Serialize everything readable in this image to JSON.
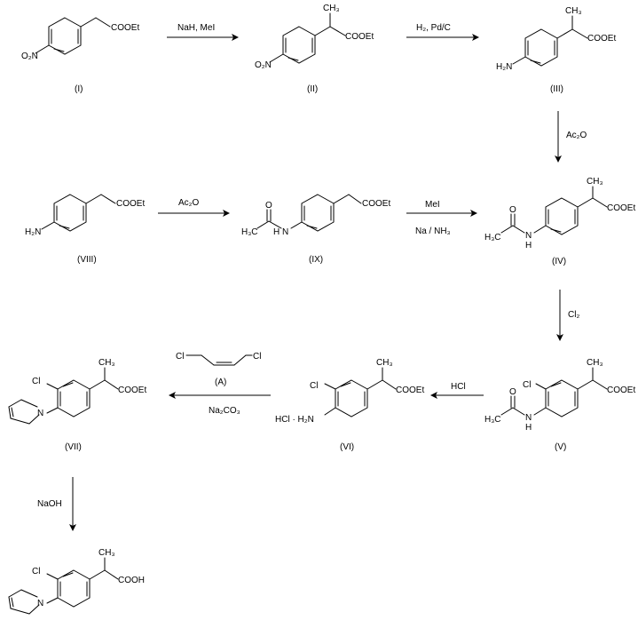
{
  "compounds": {
    "I": {
      "label": "(I)",
      "groups": {
        "ester": "COOEt",
        "nitro": "O₂N"
      }
    },
    "II": {
      "label": "(II)",
      "groups": {
        "methyl": "CH₃",
        "ester": "COOEt",
        "nitro": "O₂N"
      }
    },
    "III": {
      "label": "(III)",
      "groups": {
        "methyl": "CH₃",
        "ester": "COOEt",
        "amine": "H₂N"
      }
    },
    "VIII": {
      "label": "(VIII)",
      "groups": {
        "ester": "COOEt",
        "amine": "H₂N"
      }
    },
    "IX": {
      "label": "(IX)",
      "groups": {
        "ester": "COOEt",
        "carbonyl_o": "O",
        "acetyl_me": "H₃C",
        "nh": "N",
        "h": "H"
      }
    },
    "IV": {
      "label": "(IV)",
      "groups": {
        "methyl": "CH₃",
        "ester": "COOEt",
        "carbonyl_o": "O",
        "acetyl_me": "H₃C",
        "nh": "N",
        "h": "H"
      }
    },
    "V": {
      "label": "(V)",
      "groups": {
        "methyl": "CH₃",
        "ester": "COOEt",
        "chloro": "Cl",
        "carbonyl_o": "O",
        "acetyl_me": "H₃C",
        "nh": "N",
        "h": "H"
      }
    },
    "VI": {
      "label": "(VI)",
      "groups": {
        "methyl": "CH₃",
        "ester": "COOEt",
        "chloro": "Cl",
        "amine_salt": "HCl · H₂N"
      }
    },
    "VII": {
      "label": "(VII)",
      "groups": {
        "methyl": "CH₃",
        "ester": "COOEt",
        "chloro": "Cl",
        "ring_n": "N"
      }
    },
    "final": {
      "label": "",
      "groups": {
        "methyl": "CH₃",
        "acid": "COOH",
        "chloro": "Cl",
        "ring_n": "N"
      }
    }
  },
  "reagents": {
    "step1": "NaH, MeI",
    "step2": "H₂, Pd/C",
    "step3": "Ac₂O",
    "step4": "Ac₂O",
    "step5_top": "MeI",
    "step5_bottom": "Na / NH₃",
    "step6": "Cl₂",
    "step7": "HCl",
    "step8_reagent_a": "Cl",
    "step8_reagent_b": "Cl",
    "step8_label": "(A)",
    "step8_base": "Na₂CO₃",
    "step9": "NaOH"
  }
}
